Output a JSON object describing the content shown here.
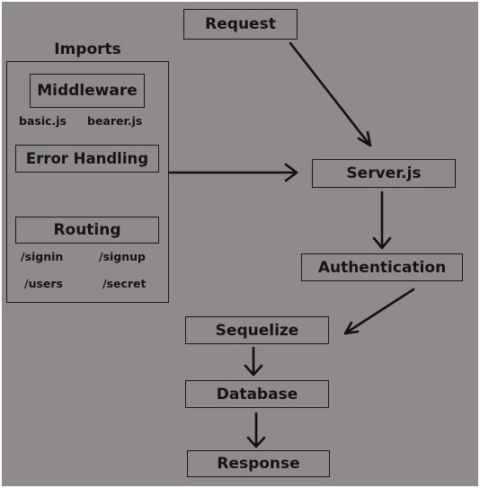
{
  "nodes": {
    "request": "Request",
    "server": "Server.js",
    "authentication": "Authentication",
    "sequelize": "Sequelize",
    "database": "Database",
    "response": "Response"
  },
  "imports": {
    "title": "Imports",
    "middleware": {
      "title": "Middleware",
      "files": [
        "basic.js",
        "bearer.js"
      ]
    },
    "error_handling": "Error Handling",
    "routing": {
      "title": "Routing",
      "routes": [
        "/signin",
        "/signup",
        "/users",
        "/secret"
      ]
    }
  },
  "colors": {
    "background": "#8f8b8a",
    "stroke": "#1a1a1a",
    "text": "#141414"
  }
}
